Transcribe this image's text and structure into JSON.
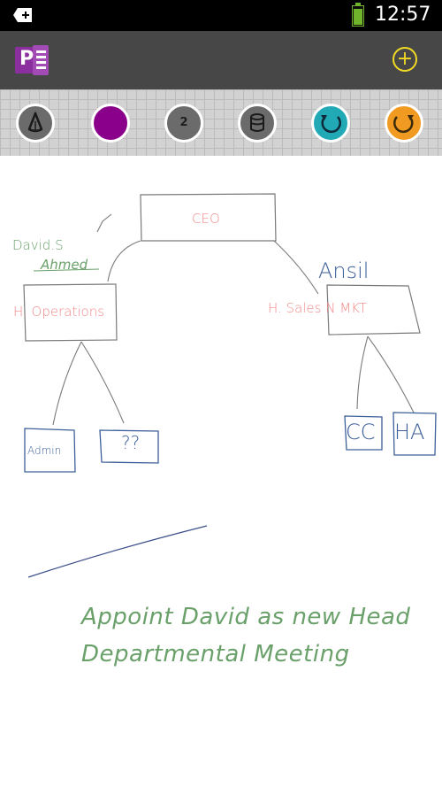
{
  "status": {
    "time": "12:57",
    "battery_level": 0.8
  },
  "app": {
    "logo_letter": "P"
  },
  "toolbar": {
    "size_value": "2",
    "pen_color": "#8a008a",
    "undo_color": "#21a9b5",
    "redo_color": "#f19a22",
    "add_color": "#f2da24"
  },
  "canvas": {
    "ceo": "CEO",
    "david": "David.S",
    "ahmed": "Ahmed",
    "ansil": "Ansil",
    "h_operations": "H. Operations",
    "h_sales": "H. Sales N MKT",
    "admin": "Admin",
    "unknown": "??",
    "cc": "CC",
    "ha": "HA",
    "note_line1": "Appoint David as new Head",
    "note_line2": "Departmental Meeting"
  },
  "colors": {
    "ink_gray": "#7a7a7a",
    "ink_pink": "#f08a8a",
    "ink_green": "#6aa06a",
    "ink_blue": "#3d5f9a",
    "ink_navy": "#3d4f8a"
  }
}
